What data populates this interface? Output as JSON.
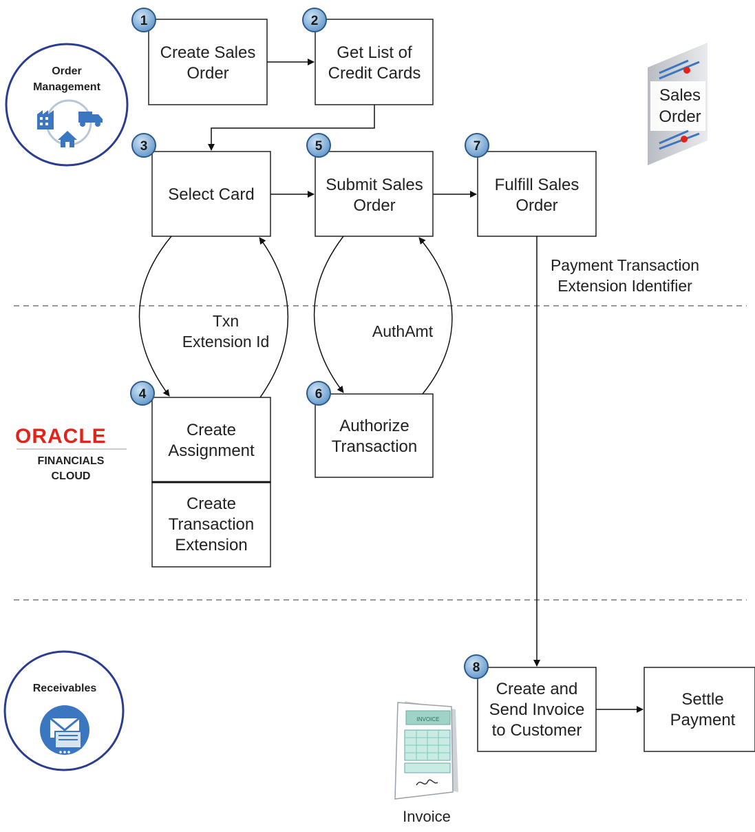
{
  "swimlanes": [
    {
      "name": "Order Management",
      "lines": [
        "Order",
        "Management"
      ],
      "icon": "factory-truck-home-icon"
    },
    {
      "name": "Oracle Financials Cloud",
      "logo_text": "ORACLE",
      "sub_lines": [
        "FINANCIALS",
        "CLOUD"
      ]
    },
    {
      "name": "Receivables",
      "lines": [
        "Receivables"
      ],
      "icon": "envelope-invoice-icon"
    }
  ],
  "steps": [
    {
      "number": "1",
      "lines": [
        "Create Sales",
        "Order"
      ]
    },
    {
      "number": "2",
      "lines": [
        "Get List of",
        "Credit Cards"
      ]
    },
    {
      "number": "3",
      "lines": [
        "Select Card"
      ]
    },
    {
      "number": "4",
      "lines": [
        "Create",
        "Assignment"
      ]
    },
    {
      "number": "5",
      "lines": [
        "Submit Sales",
        "Order"
      ]
    },
    {
      "number": "6",
      "lines": [
        "Authorize",
        "Transaction"
      ]
    },
    {
      "number": "7",
      "lines": [
        "Fulfill Sales",
        "Order"
      ]
    },
    {
      "number": "8",
      "lines": [
        "Create and",
        "Send Invoice",
        "to Customer"
      ]
    }
  ],
  "extra_boxes": [
    {
      "name": "create-transaction-extension",
      "lines": [
        "Create",
        "Transaction",
        "Extension"
      ]
    },
    {
      "name": "settle-payment",
      "lines": [
        "Settle",
        "Payment"
      ]
    }
  ],
  "flow_labels": {
    "txn_extension_id": [
      "Txn",
      "Extension Id"
    ],
    "auth_amt": [
      "AuthAmt"
    ],
    "payment_txn_ext_id": [
      "Payment Transaction",
      "Extension Identifier"
    ]
  },
  "documents": {
    "sales_order": [
      "Sales",
      "Order"
    ],
    "invoice_caption": "Invoice",
    "invoice_header": "INVOICE"
  },
  "colors": {
    "badge_fill": "#6a9fcf",
    "badge_stroke": "#2b5a8a",
    "circle_stroke": "#2a3d8f",
    "icon_blue": "#3b76c0",
    "oracle_red": "#e2231a"
  }
}
